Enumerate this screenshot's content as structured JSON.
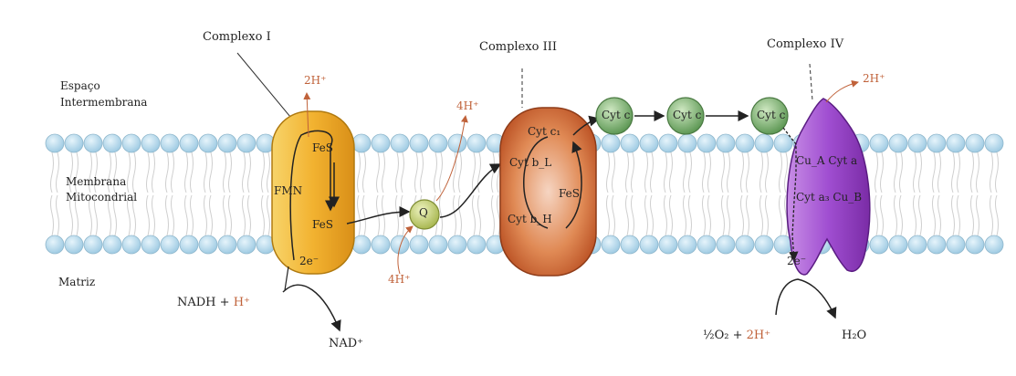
{
  "region_labels": {
    "intermembrane_line1": "Espaço",
    "intermembrane_line2": "Intermembrana",
    "membrane_line1": "Membrana",
    "membrane_line2": "Mitocondrial",
    "matrix": "Matriz"
  },
  "complex_i": {
    "title": "Complexo I",
    "fes_top": "FeS",
    "fmn": "FMN",
    "fes_bottom": "FeS",
    "electrons": "2e⁻",
    "proton_out": "2H⁺",
    "nadh": "NADH + ",
    "nadh_proton": "H⁺",
    "nad": "NAD⁺"
  },
  "ubiquinone": {
    "label": "Q",
    "proton_out": "4H⁺",
    "proton_in": "4H⁺"
  },
  "complex_iii": {
    "title": "Complexo III",
    "cyt_c1": "Cyt c₁",
    "cyt_bl": "Cyt b_L",
    "fes": "FeS",
    "cyt_bh": "Cyt b_H"
  },
  "cytochrome_c": {
    "labels": [
      "Cyt c",
      "Cyt c",
      "Cyt c"
    ]
  },
  "complex_iv": {
    "title": "Complexo IV",
    "proton_out": "2H⁺",
    "cua_cyta": "Cu_A Cyt a",
    "cyta3_cub": "Cyt a₃ Cu_B",
    "electrons": "2e⁻",
    "oxygen": "½O₂ + ",
    "oxygen_protons": "2H⁺",
    "water": "H₂O"
  },
  "colors": {
    "membrane_bead": "#b9dcef",
    "membrane_bead_edge": "#8fb7cc",
    "complex_i": "#f2b230",
    "complex_iii": "#d4693a",
    "complex_iv": "#9a47c4",
    "ubiquinone": "#c6d27a",
    "cytochrome_c": "#86b57a",
    "proton_label": "#c0623a"
  }
}
